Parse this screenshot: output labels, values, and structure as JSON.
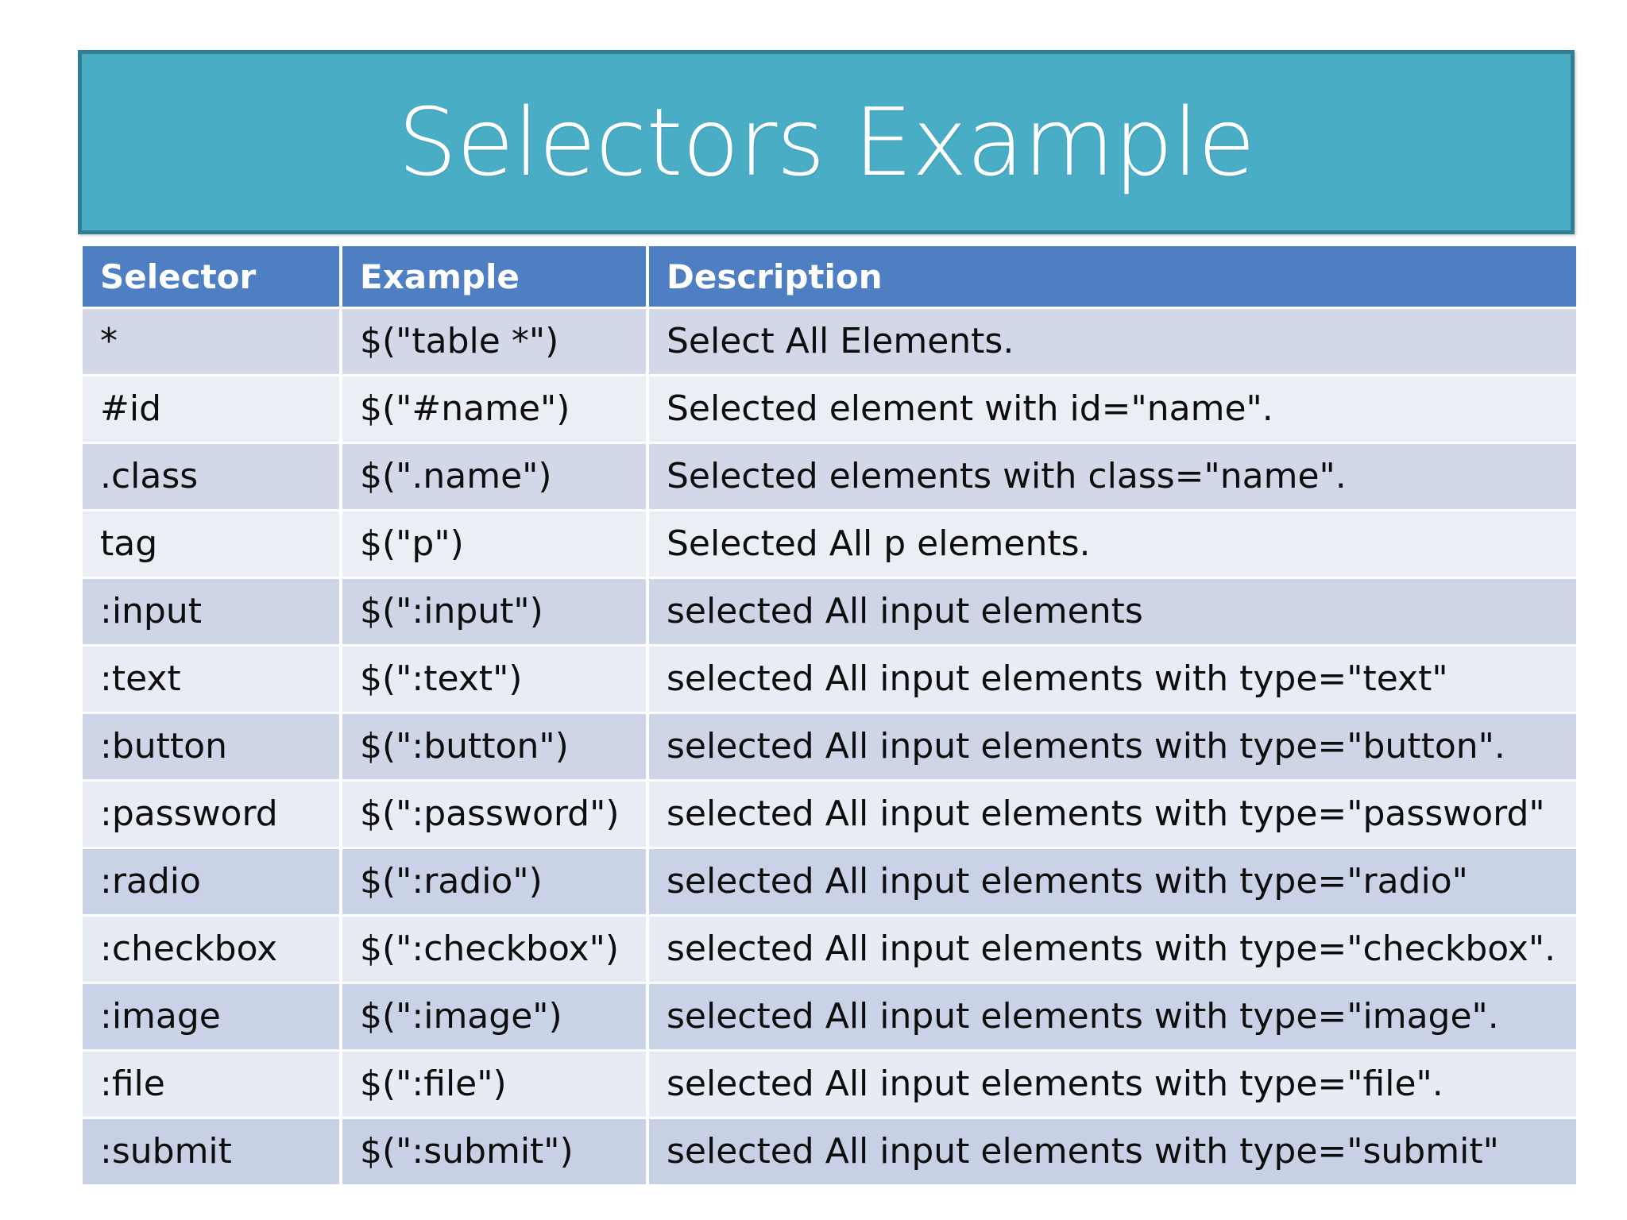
{
  "slide": {
    "title": "Selectors Example",
    "colors": {
      "title_fill": "#4aadc6",
      "title_border": "#2e7f96",
      "header_fill": "#4e7fc3",
      "row_odd": "#ccd4e7",
      "row_even": "#e9ecf4",
      "text": "#0d0d0d",
      "header_text": "#ffffff"
    }
  },
  "table": {
    "columns": [
      "Selector",
      "Example",
      "Description"
    ],
    "rows": [
      {
        "selector": "*",
        "example": "$(\"table *\")",
        "description": "Select All Elements."
      },
      {
        "selector": "#id",
        "example": "$(\"#name\")",
        "description": "Selected element with id=\"name\"."
      },
      {
        "selector": ".class",
        "example": "$(\".name\")",
        "description": "Selected elements with class=\"name\"."
      },
      {
        "selector": "tag",
        "example": "$(\"p\")",
        "description": "Selected All p elements."
      },
      {
        "selector": ":input",
        "example": "$(\":input\")",
        "description": "selected All input elements"
      },
      {
        "selector": ":text",
        "example": "$(\":text\")",
        "description": "selected All input elements with type=\"text\""
      },
      {
        "selector": ":button",
        "example": "$(\":button\")",
        "description": "selected All input elements with type=\"button\"."
      },
      {
        "selector": ":password",
        "example": "$(\":password\")",
        "description": "selected All input elements with type=\"password\""
      },
      {
        "selector": ":radio",
        "example": "$(\":radio\")",
        "description": "selected All input elements with type=\"radio\""
      },
      {
        "selector": ":checkbox",
        "example": "$(\":checkbox\")",
        "description": "selected All input elements with type=\"checkbox\"."
      },
      {
        "selector": ":image",
        "example": "$(\":image\")",
        "description": "selected All input elements with type=\"image\"."
      },
      {
        "selector": ":file",
        "example": "$(\":file\")",
        "description": "selected All input elements with type=\"file\"."
      },
      {
        "selector": ":submit",
        "example": "$(\":submit\")",
        "description": "selected All input elements with type=\"submit\""
      }
    ]
  }
}
